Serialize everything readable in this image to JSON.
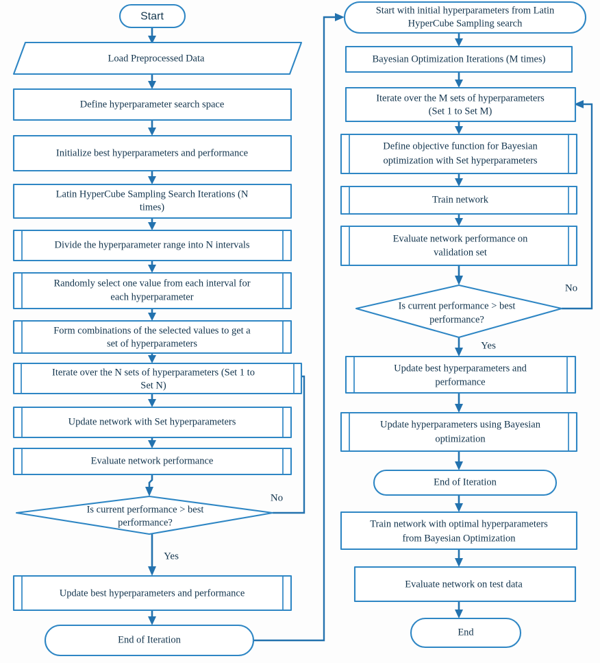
{
  "diagram": {
    "title": "Hyperparameter optimization flowchart",
    "colors": {
      "shape_stroke": "#2E86C4",
      "connector_stroke": "#2372AE",
      "text": "#12344d",
      "background": "#ffffff"
    },
    "left_column": {
      "n_start": "Start",
      "n_load": "Load Preprocessed Data",
      "n_define": "Define hyperparameter search space",
      "n_init": "Initialize best hyperparameters and performance",
      "n_lhs_iter_line1": "Latin HyperCube Sampling Search Iterations (N",
      "n_lhs_iter_line2": "times)",
      "n_divide": "Divide the hyperparameter range into N intervals",
      "n_random_line1": "Randomly select one value from each interval for",
      "n_random_line2": "each hyperparameter",
      "n_form_line1": "Form combinations of the selected values to get a",
      "n_form_line2": "set of hyperparameters",
      "n_iterate_line1": "Iterate over the N sets of hyperparameters (Set 1 to",
      "n_iterate_line2": "Set N)",
      "n_update_net": "Update network with Set hyperparameters",
      "n_eval": "Evaluate network performance",
      "n_decision_line1": "Is current performance > best",
      "n_decision_line2": "performance?",
      "n_update_best": "Update best hyperparameters and performance",
      "n_end_iter": "End of Iteration",
      "label_no": "No",
      "label_yes": "Yes"
    },
    "right_column": {
      "n_start_line1": "Start with initial hyperparameters from Latin",
      "n_start_line2": "HyperCube Sampling search",
      "n_bayes_iter": "Bayesian Optimization Iterations (M times)",
      "n_iterate_line1": "Iterate over the M sets of hyperparameters",
      "n_iterate_line2": "(Set 1 to Set M)",
      "n_objective_line1": "Define objective function for Bayesian",
      "n_objective_line2": "optimization with Set hyperparameters",
      "n_train": "Train network",
      "n_eval_val_line1": "Evaluate network performance on",
      "n_eval_val_line2": "validation set",
      "n_decision_line1": "Is current performance > best",
      "n_decision_line2": "performance?",
      "n_update_best_line1": "Update best hyperparameters and",
      "n_update_best_line2": "performance",
      "n_update_hp_line1": "Update hyperparameters using Bayesian",
      "n_update_hp_line2": "optimization",
      "n_end_iter": "End of Iteration",
      "n_train_opt_line1": "Train network with optimal hyperparameters",
      "n_train_opt_line2": "from Bayesian Optimization",
      "n_eval_test": "Evaluate network on test data",
      "n_end": "End",
      "label_no": "No",
      "label_yes": "Yes"
    }
  }
}
